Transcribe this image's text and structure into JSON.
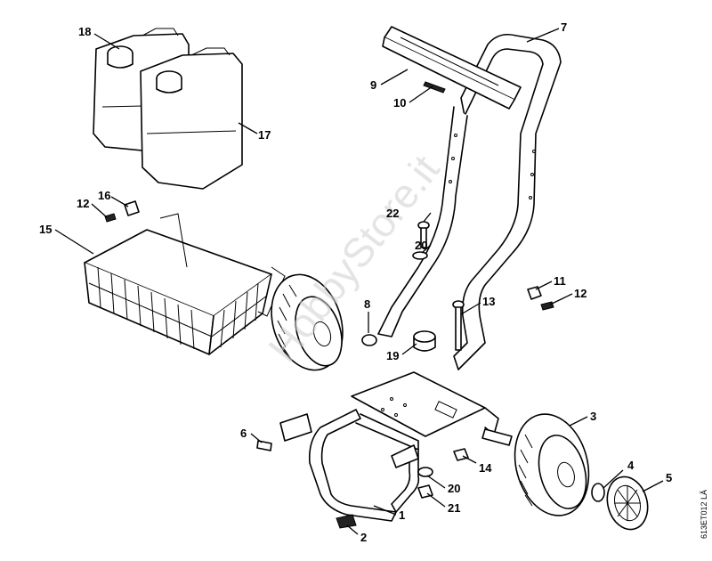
{
  "watermark": "HobbyStore.it",
  "drawing_code": "613ET012 LÄ",
  "callouts": {
    "c1": "1",
    "c2": "2",
    "c3": "3",
    "c4": "4",
    "c5": "5",
    "c6": "6",
    "c7": "7",
    "c8": "8",
    "c9": "9",
    "c10": "10",
    "c11": "11",
    "c12a": "12",
    "c12b": "12",
    "c13": "13",
    "c14": "14",
    "c15": "15",
    "c16": "16",
    "c17": "17",
    "c18": "18",
    "c19": "19",
    "c20a": "20",
    "c20b": "20",
    "c21": "21",
    "c22": "22"
  }
}
